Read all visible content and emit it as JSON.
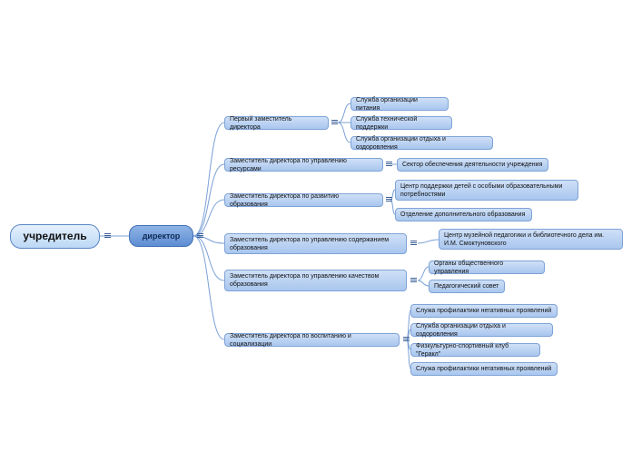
{
  "diagram": {
    "root": "учредитель",
    "director": "директор",
    "branches": [
      {
        "label": "Первый заместитель директора",
        "children": [
          "Служба организации питания",
          "Служба технической поддержки",
          "Служба организации отдыха и оздоровления"
        ]
      },
      {
        "label": "Заместитель директора по управлению ресурсами",
        "children": [
          "Сектор обеспечения деятельности учреждения"
        ]
      },
      {
        "label": "Заместитель директора по развитию образования",
        "children": [
          "Центр поддержки детей с особыми образовательными потребностями",
          "Отделение дополнительного образования"
        ]
      },
      {
        "label": "Заместитель директора по управлению содержанием образования",
        "children": [
          "Центр музейной педагогики и библиотечного дела им. И.М. Смоктуновского"
        ]
      },
      {
        "label": "Заместитель директора по управлению качеством образования",
        "children": [
          "Органы общественного управления",
          "Педагогический совет"
        ]
      },
      {
        "label": "Заместитель директора по воспитанию и социализации",
        "children": [
          "Служа профилактики негативных проявлений",
          "Служба организации отдыха и оздоровления",
          "Физкультурно-спортивный клуб \"Геракл\"",
          "Служа профилактики негативных проявлений"
        ]
      }
    ]
  }
}
